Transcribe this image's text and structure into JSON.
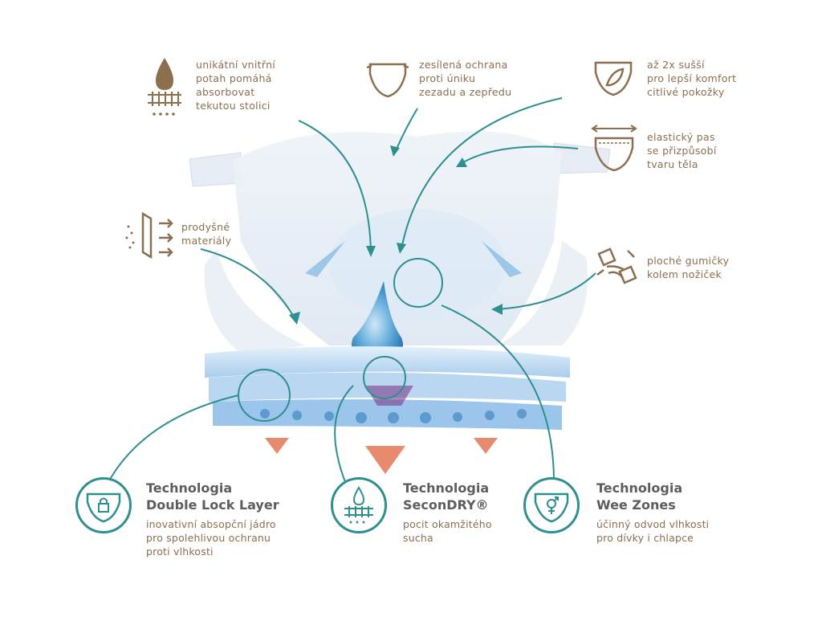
{
  "colors": {
    "teal": "#2f8f8f",
    "label_brown": "#8b6f4f",
    "title_gray": "#5d5d5d",
    "orange_arrow": "#e88a6e"
  },
  "features": [
    {
      "id": "inner-layer",
      "text": "unikátní vnitřní\npotah pomáhá\nabsorbovat\ntekutou stolici",
      "icon": "drop-layer-icon"
    },
    {
      "id": "leak-protection",
      "text": "zesílená ochrana\nproti úniku\nzezadu a zepředu",
      "icon": "diaper-icon"
    },
    {
      "id": "dryer",
      "text": "až 2x sušší\npro lepší komfort\ncitlivé pokožky",
      "icon": "leaf-diaper-icon"
    },
    {
      "id": "elastic-waist",
      "text": "elastický pas\nse přizpůsobí\ntvaru těla",
      "icon": "stretch-diaper-icon"
    },
    {
      "id": "breathable",
      "text": "prodyšné\nmateriály",
      "icon": "breathable-icon"
    },
    {
      "id": "flat-elastics",
      "text": "ploché gumičky\nkolem nožiček",
      "icon": "elastic-icon"
    }
  ],
  "technologies": [
    {
      "id": "double-lock",
      "title": "Technologia\nDouble Lock Layer",
      "desc": "inovativní absopční jádro\npro spolehlivou ochranu\nproti vlhkosti",
      "icon": "lock-diaper-icon"
    },
    {
      "id": "secondry",
      "title": "Technologia\nSeconDRY®",
      "desc": "pocit okamžitého\nsucha",
      "icon": "drop-layer-icon"
    },
    {
      "id": "wee-zones",
      "title": "Technologia\nWee Zones",
      "desc": "účinný odvod vlhkosti\npro dívky i chlapce",
      "icon": "gender-diaper-icon"
    }
  ]
}
